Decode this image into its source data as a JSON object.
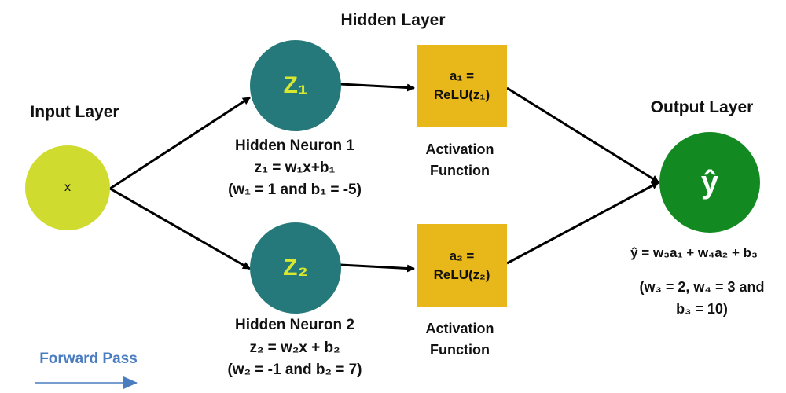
{
  "titles": {
    "hidden": "Hidden Layer",
    "input": "Input Layer",
    "output": "Output Layer"
  },
  "input_node": {
    "label": "x",
    "color": "#cfdb2e"
  },
  "hidden_nodes": [
    {
      "symbol": "Z₁",
      "color": "#26797a",
      "symbol_color": "#d8e82e",
      "name": "Hidden Neuron 1",
      "formula": "z₁ = w₁x+b₁",
      "params": "(w₁ = 1 and b₁ = -5)"
    },
    {
      "symbol": "Z₂",
      "color": "#26797a",
      "symbol_color": "#d8e82e",
      "name": "Hidden Neuron 2",
      "formula": "z₂ = w₂x + b₂",
      "params": "(w₂ = -1 and b₂ = 7)"
    }
  ],
  "activation_boxes": [
    {
      "line1": "a₁ =",
      "line2": "ReLU(z₁)",
      "caption_line1": "Activation",
      "caption_line2": "Function",
      "color": "#e8b81b"
    },
    {
      "line1": "a₂ =",
      "line2": "ReLU(z₂)",
      "caption_line1": "Activation",
      "caption_line2": "Function",
      "color": "#e8b81b"
    }
  ],
  "output_node": {
    "symbol": "ŷ",
    "color": "#138a21",
    "formula": "ŷ = w₃a₁ + w₄a₂ + b₃",
    "params_line1": "(w₃ = 2, w₄ = 3 and",
    "params_line2": "b₃ = 10)"
  },
  "legend": {
    "label": "Forward Pass",
    "color": "#4a7cc0"
  }
}
